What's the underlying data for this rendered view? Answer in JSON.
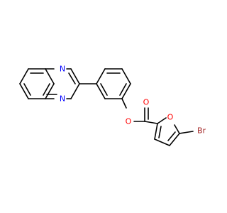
{
  "molecule": {
    "atoms": [
      {
        "name": "n-atom-top",
        "label": "N",
        "color": "#0000ff"
      },
      {
        "name": "n-atom-bottom",
        "label": "N",
        "color": "#0000ff"
      },
      {
        "name": "o-atom-carbonyl",
        "label": "O",
        "color": "#ff0000"
      },
      {
        "name": "o-atom-ester",
        "label": "O",
        "color": "#ff0000"
      },
      {
        "name": "o-atom-furan",
        "label": "O",
        "color": "#ff0000"
      },
      {
        "name": "br-atom",
        "label": "Br",
        "color": "#a52a2a"
      }
    ],
    "bond_color": "#000000"
  }
}
